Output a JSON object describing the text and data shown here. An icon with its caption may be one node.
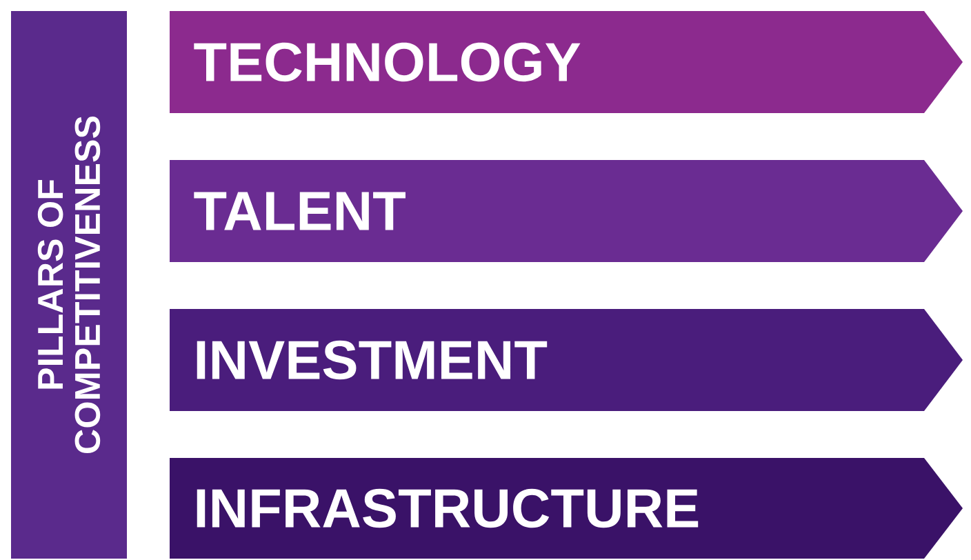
{
  "diagram": {
    "nodes": [
      {
        "text": [
          "PILLARS OF COMPETITIVENESS"
        ]
      },
      {
        "text": [
          "TECHNOLOGY"
        ]
      },
      {
        "text": [
          "TALENT"
        ]
      },
      {
        "text": [
          "INVESTMENT"
        ]
      },
      {
        "text": [
          "INFRASTRUCTURE"
        ]
      }
    ]
  }
}
